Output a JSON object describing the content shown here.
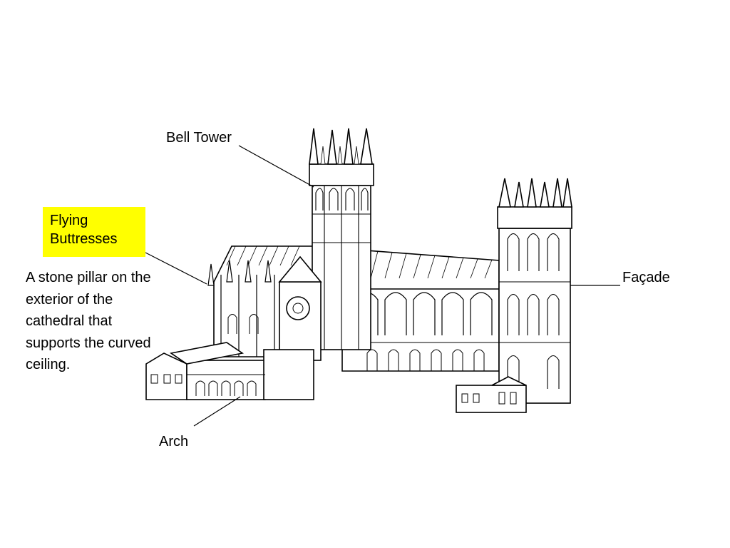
{
  "labels": {
    "bell_tower": "Bell Tower",
    "flying_buttresses": "Flying Buttresses",
    "flying_buttresses_line1": "Flying",
    "flying_buttresses_line2": "Buttresses",
    "description": "A stone pillar on the exterior of the cathedral that supports the curved ceiling.",
    "facade": "Façade",
    "arch": "Arch"
  },
  "colors": {
    "highlight": "#ffff00",
    "ink": "#000000"
  }
}
